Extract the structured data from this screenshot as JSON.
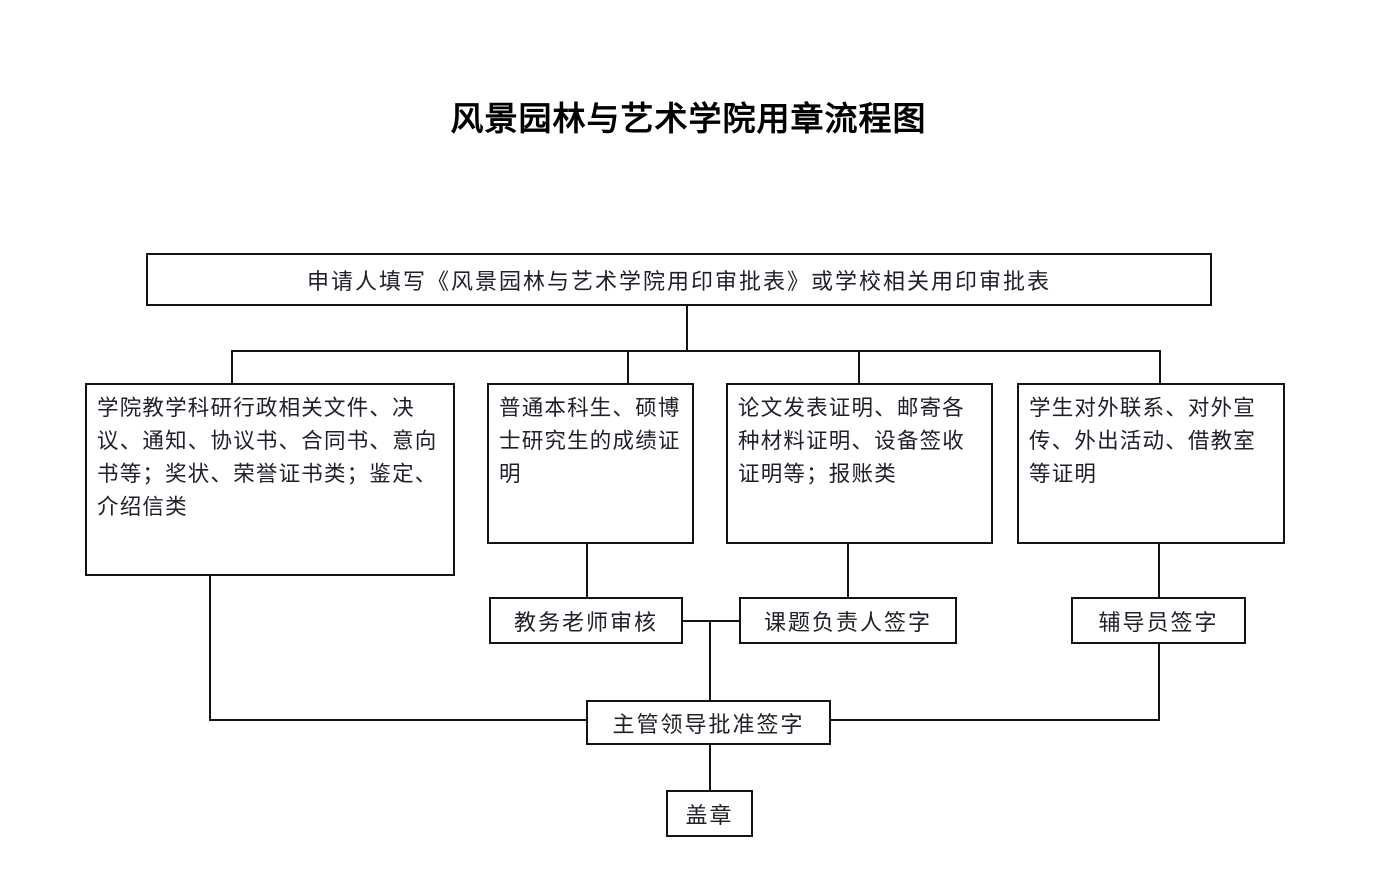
{
  "title": "风景园林与艺术学院用章流程图",
  "colors": {
    "background": "#ffffff",
    "line": "#131313",
    "text": "#20202a",
    "title_text": "#000000"
  },
  "flow": {
    "start": {
      "id": "application-form",
      "label": "申请人填写《风景园林与艺术学院用印审批表》或学校相关用印审批表"
    },
    "categories": [
      {
        "id": "academic-admin-docs",
        "label": "学院教学科研行政相关文件、决议、通知、协议书、合同书、意向书等；奖状、荣誉证书类；鉴定、介绍信类"
      },
      {
        "id": "student-transcript",
        "label": "普通本科生、硕博士研究生的成绩证明"
      },
      {
        "id": "paper-material-proof",
        "label": "论文发表证明、邮寄各种材料证明、设备签收证明等；报账类"
      },
      {
        "id": "student-external-affairs",
        "label": "学生对外联系、对外宣传、外出活动、借教室等证明"
      }
    ],
    "reviews": [
      {
        "id": "academic-affairs-review",
        "label": "教务老师审核"
      },
      {
        "id": "project-leader-signature",
        "label": "课题负责人签字"
      },
      {
        "id": "counselor-signature",
        "label": "辅导员签字"
      }
    ],
    "approval": {
      "id": "director-approval-signature",
      "label": "主管领导批准签字"
    },
    "end": {
      "id": "apply-seal",
      "label": "盖章"
    }
  }
}
